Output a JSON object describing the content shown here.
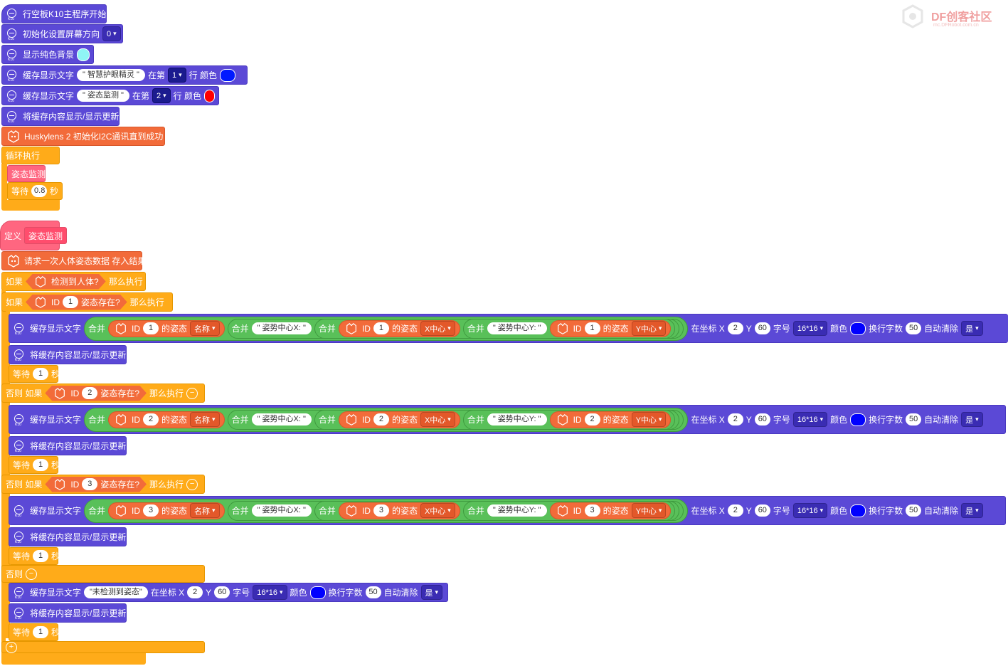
{
  "watermark": {
    "title": "DF创客社区",
    "sub": "mc.DFRobot.com.cn"
  },
  "colors": {
    "cyan": "#8ff5f5",
    "blue": "#0019ff",
    "red": "#ff0000",
    "blue2": "#0000ff"
  },
  "init": {
    "start": "行空板K10主程序开始",
    "orient_label": "初始化设置屏幕方向",
    "orient_val": "0",
    "bg_label": "显示纯色背景",
    "cache_label": "缓存显示文字",
    "text1": "\"      智慧护眼精灵 \"",
    "at_row": "在第",
    "row1": "1",
    "row_color": "行 颜色",
    "text2": "\" 姿态监测 \"",
    "row2": "2",
    "refresh": "将缓存内容显示/显示更新",
    "husky_init": "Huskylens 2 初始化I2C通讯直到成功"
  },
  "loop": {
    "label": "循环执行",
    "call": "姿态监测",
    "wait": "等待",
    "wait_val": "0.8",
    "sec": "秒"
  },
  "define": {
    "label": "定义",
    "name": "姿态监测"
  },
  "main": {
    "request": "请求一次人体姿态数据 存入结果",
    "if": "如果",
    "detected": "检测到人体?",
    "then": "那么执行",
    "else_if": "否则 如果",
    "else": "否则",
    "id": "ID",
    "exists": "姿态存在?",
    "join": "合并",
    "of_pose": "的姿态",
    "name_opt": "名称",
    "xcenter_str": "\"  姿势中心X:  \"",
    "ycenter_str": "\"  姿势中心Y:  \"",
    "x_opt": "X中心",
    "y_opt": "Y中心",
    "at_x": "在坐标 X",
    "x_val": "2",
    "y": "Y",
    "y_val": "60",
    "font": "字号",
    "font_val": "16*16",
    "color": "颜色",
    "wrap": "换行字数",
    "wrap_val": "50",
    "autoclear": "自动清除",
    "autoclear_val": "是",
    "not_detected": "\"未检测到姿态\"",
    "wait": "等待",
    "wait_val": "1",
    "sec": "秒",
    "ids": [
      "1",
      "2",
      "3"
    ]
  }
}
